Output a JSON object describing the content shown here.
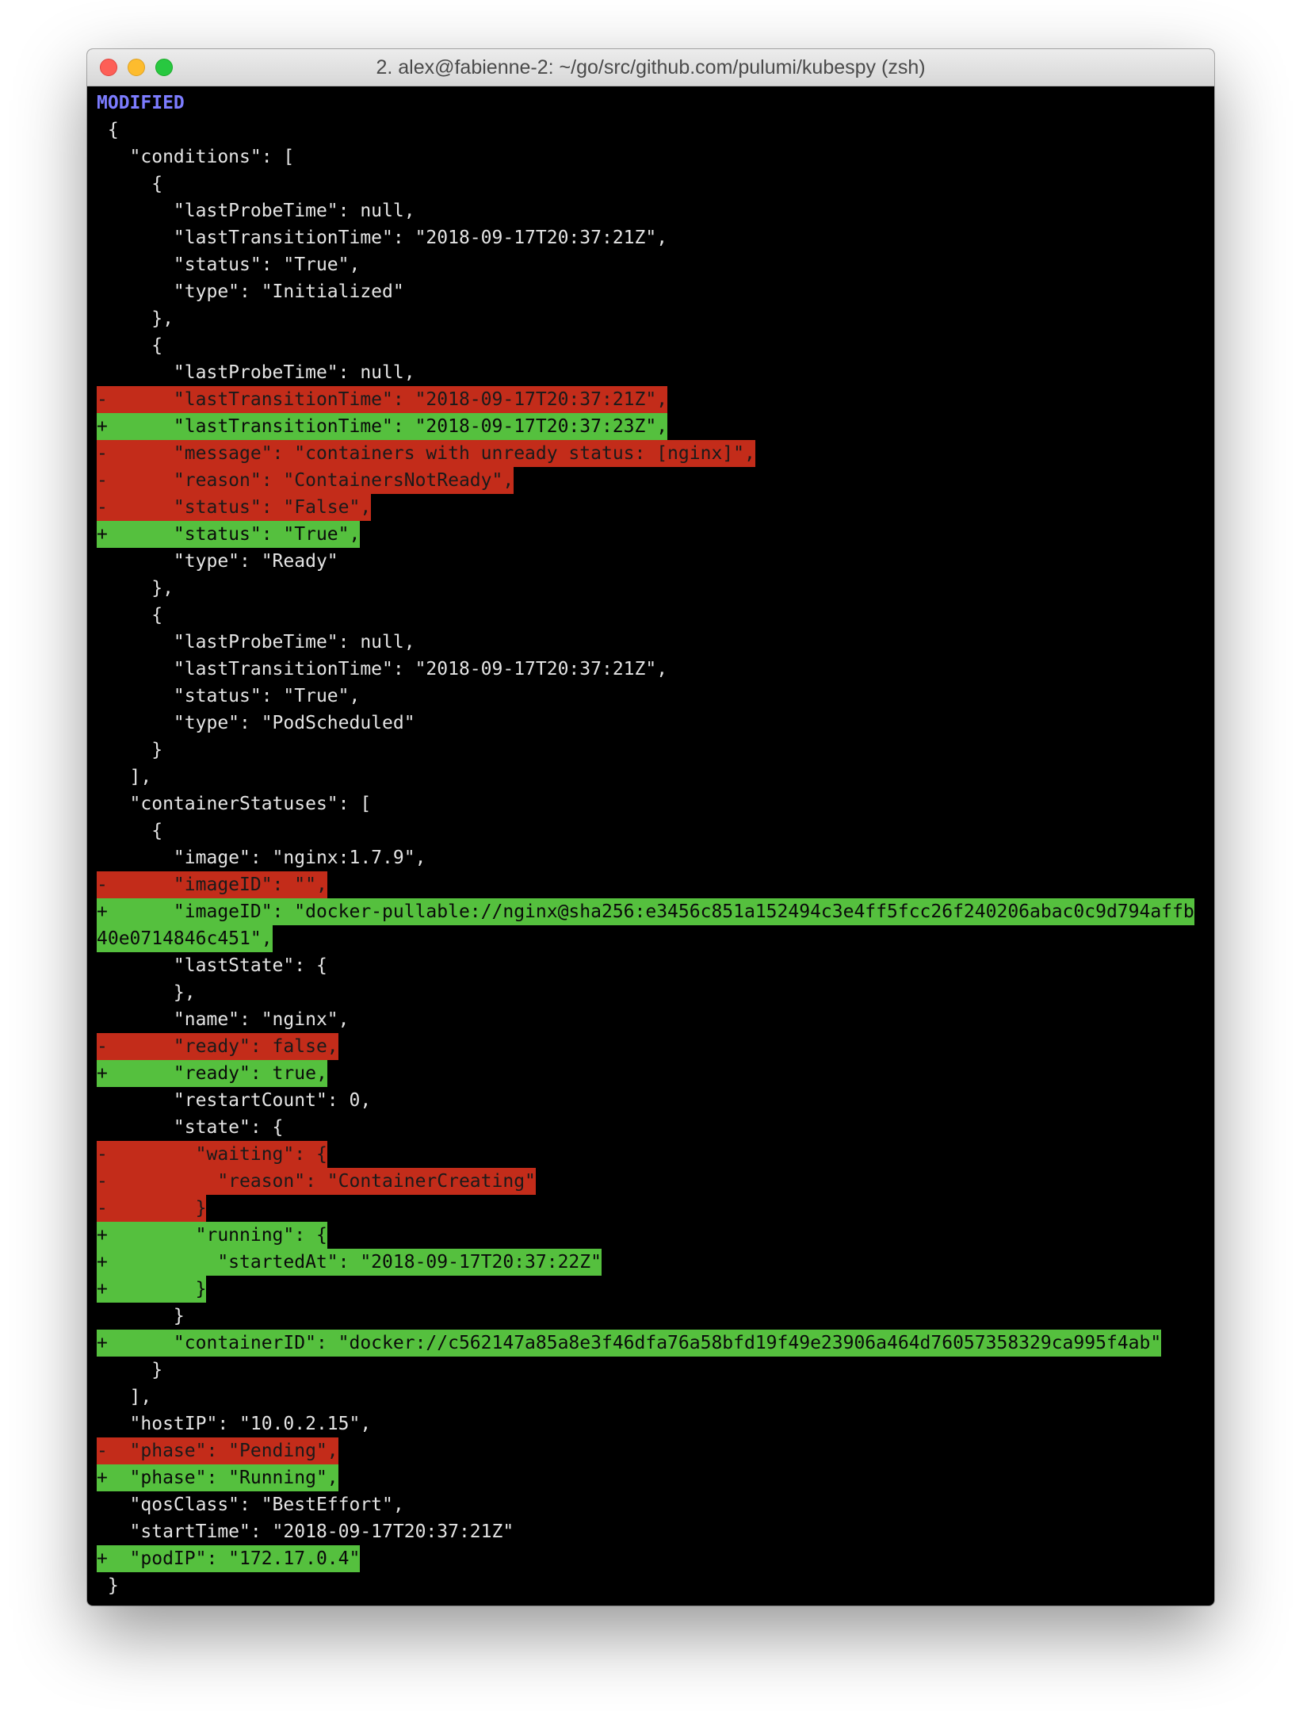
{
  "window": {
    "title": "2. alex@fabienne-2: ~/go/src/github.com/pulumi/kubespy (zsh)"
  },
  "colors": {
    "removed_bg": "#c32c1a",
    "added_bg": "#55c03e",
    "header_fg": "#7c7cff",
    "terminal_bg": "#000000",
    "text_fg": "#e4e4e4"
  },
  "terminal": {
    "lines": [
      {
        "kind": "header",
        "text": "MODIFIED"
      },
      {
        "kind": "normal",
        "text": " {"
      },
      {
        "kind": "normal",
        "text": "   \"conditions\": ["
      },
      {
        "kind": "normal",
        "text": "     {"
      },
      {
        "kind": "normal",
        "text": "       \"lastProbeTime\": null,"
      },
      {
        "kind": "normal",
        "text": "       \"lastTransitionTime\": \"2018-09-17T20:37:21Z\","
      },
      {
        "kind": "normal",
        "text": "       \"status\": \"True\","
      },
      {
        "kind": "normal",
        "text": "       \"type\": \"Initialized\""
      },
      {
        "kind": "normal",
        "text": "     },"
      },
      {
        "kind": "normal",
        "text": "     {"
      },
      {
        "kind": "normal",
        "text": "       \"lastProbeTime\": null,"
      },
      {
        "kind": "removed",
        "text": "-      \"lastTransitionTime\": \"2018-09-17T20:37:21Z\","
      },
      {
        "kind": "added",
        "text": "+      \"lastTransitionTime\": \"2018-09-17T20:37:23Z\","
      },
      {
        "kind": "removed",
        "text": "-      \"message\": \"containers with unready status: [nginx]\","
      },
      {
        "kind": "removed",
        "text": "-      \"reason\": \"ContainersNotReady\","
      },
      {
        "kind": "removed",
        "text": "-      \"status\": \"False\","
      },
      {
        "kind": "added",
        "text": "+      \"status\": \"True\","
      },
      {
        "kind": "normal",
        "text": "       \"type\": \"Ready\""
      },
      {
        "kind": "normal",
        "text": "     },"
      },
      {
        "kind": "normal",
        "text": "     {"
      },
      {
        "kind": "normal",
        "text": "       \"lastProbeTime\": null,"
      },
      {
        "kind": "normal",
        "text": "       \"lastTransitionTime\": \"2018-09-17T20:37:21Z\","
      },
      {
        "kind": "normal",
        "text": "       \"status\": \"True\","
      },
      {
        "kind": "normal",
        "text": "       \"type\": \"PodScheduled\""
      },
      {
        "kind": "normal",
        "text": "     }"
      },
      {
        "kind": "normal",
        "text": "   ],"
      },
      {
        "kind": "normal",
        "text": "   \"containerStatuses\": ["
      },
      {
        "kind": "normal",
        "text": "     {"
      },
      {
        "kind": "normal",
        "text": "       \"image\": \"nginx:1.7.9\","
      },
      {
        "kind": "removed",
        "text": "-      \"imageID\": \"\","
      },
      {
        "kind": "added",
        "text": "+      \"imageID\": \"docker-pullable://nginx@sha256:e3456c851a152494c3e4ff5fcc26f240206abac0c9d794affb"
      },
      {
        "kind": "added",
        "text": "40e0714846c451\","
      },
      {
        "kind": "normal",
        "text": "       \"lastState\": {"
      },
      {
        "kind": "normal",
        "text": "       },"
      },
      {
        "kind": "normal",
        "text": "       \"name\": \"nginx\","
      },
      {
        "kind": "removed",
        "text": "-      \"ready\": false,"
      },
      {
        "kind": "added",
        "text": "+      \"ready\": true,"
      },
      {
        "kind": "normal",
        "text": "       \"restartCount\": 0,"
      },
      {
        "kind": "normal",
        "text": "       \"state\": {"
      },
      {
        "kind": "removed",
        "text": "-        \"waiting\": {"
      },
      {
        "kind": "removed",
        "text": "-          \"reason\": \"ContainerCreating\""
      },
      {
        "kind": "removed",
        "text": "-        }"
      },
      {
        "kind": "added",
        "text": "+        \"running\": {"
      },
      {
        "kind": "added",
        "text": "+          \"startedAt\": \"2018-09-17T20:37:22Z\""
      },
      {
        "kind": "added",
        "text": "+        }"
      },
      {
        "kind": "normal",
        "text": "       }"
      },
      {
        "kind": "added",
        "text": "+      \"containerID\": \"docker://c562147a85a8e3f46dfa76a58bfd19f49e23906a464d76057358329ca995f4ab\""
      },
      {
        "kind": "normal",
        "text": "     }"
      },
      {
        "kind": "normal",
        "text": "   ],"
      },
      {
        "kind": "normal",
        "text": "   \"hostIP\": \"10.0.2.15\","
      },
      {
        "kind": "removed",
        "text": "-  \"phase\": \"Pending\","
      },
      {
        "kind": "added",
        "text": "+  \"phase\": \"Running\","
      },
      {
        "kind": "normal",
        "text": "   \"qosClass\": \"BestEffort\","
      },
      {
        "kind": "normal",
        "text": "   \"startTime\": \"2018-09-17T20:37:21Z\""
      },
      {
        "kind": "added",
        "text": "+  \"podIP\": \"172.17.0.4\""
      },
      {
        "kind": "normal",
        "text": " }"
      }
    ]
  }
}
